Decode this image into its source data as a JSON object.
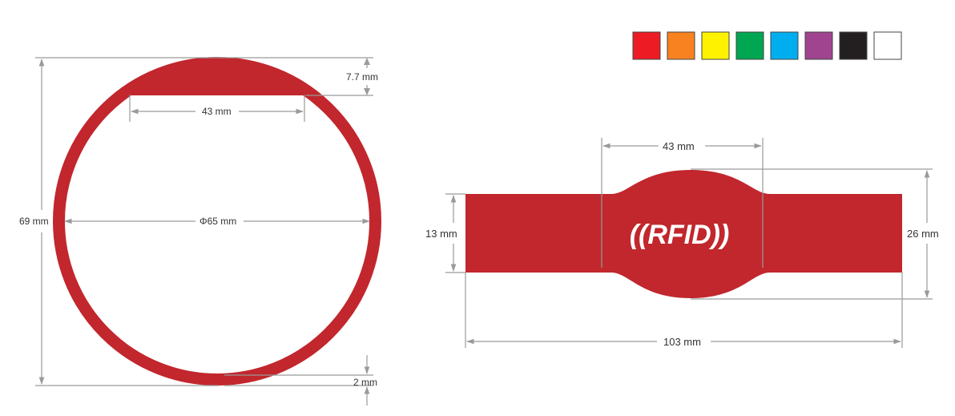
{
  "colors": {
    "band": "#c1272d",
    "swatches": [
      "#ed1c24",
      "#f7821f",
      "#fff200",
      "#00a651",
      "#00aeef",
      "#a0448f",
      "#231f20",
      "#ffffff"
    ]
  },
  "round_view": {
    "height_label": "69 mm",
    "inner_diameter_label": "Φ65 mm",
    "chip_width_label": "43 mm",
    "chip_depth_label": "7.7 mm",
    "thickness_label": "2 mm"
  },
  "flat_view": {
    "chip_width_label": "43 mm",
    "band_width_label": "13 mm",
    "chip_height_label": "26 mm",
    "length_label": "103 mm",
    "logo_text": "((RFID))"
  }
}
